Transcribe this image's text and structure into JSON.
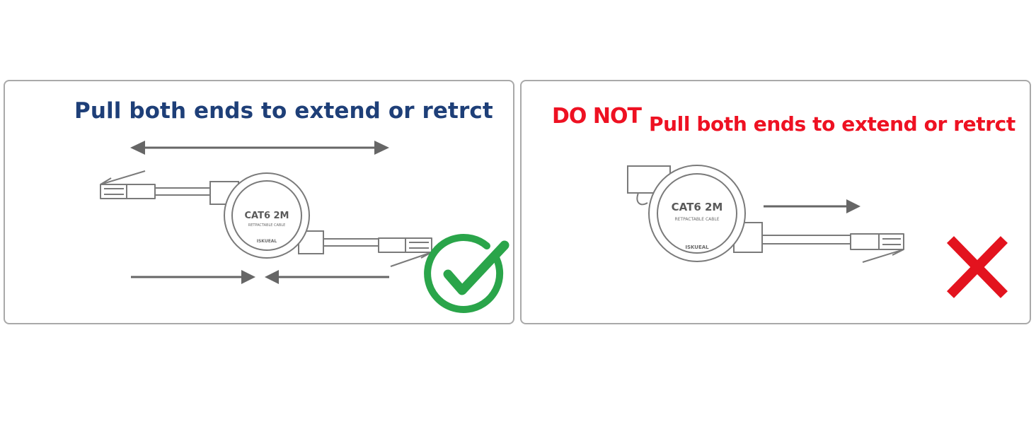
{
  "left_panel": {
    "heading": "Pull both ends to extend or retrct",
    "reel": {
      "model": "CAT6 2M",
      "subtitle": "RETPACTABLE CABLE",
      "brand": "ISKUEAL"
    },
    "status_icon": "green-check-icon",
    "colors": {
      "heading": "#1e3f78",
      "check": "#2aa54a",
      "line": "#7a7a7a",
      "arrow": "#666666"
    }
  },
  "right_panel": {
    "warning_prefix": "DO NOT",
    "heading": "Pull both ends to extend or retrct",
    "reel": {
      "model": "CAT6 2M",
      "subtitle": "RETPACTABLE CABLE",
      "brand": "ISKUEAL"
    },
    "status_icon": "red-x-icon",
    "colors": {
      "heading": "#ee1122",
      "cross": "#e3131e"
    }
  }
}
